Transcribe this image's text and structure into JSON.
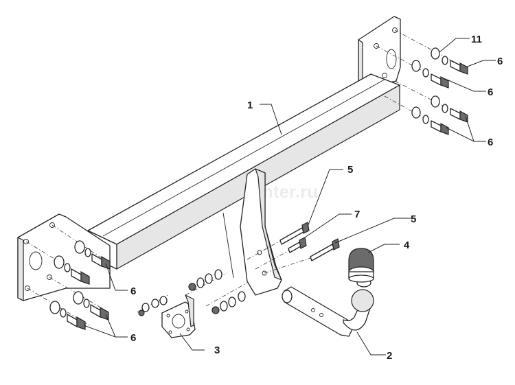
{
  "watermark": "farkop-center.ru",
  "callouts": {
    "c1": "1",
    "c2": "2",
    "c3": "3",
    "c4": "4",
    "c5a": "5",
    "c5b": "5",
    "c6a": "6",
    "c6b": "6",
    "c6c": "6",
    "c6d": "6",
    "c6e": "6",
    "c7": "7",
    "c11": "11"
  },
  "colors": {
    "line": "#222222",
    "shade": "#6b6b6b",
    "background": "#ffffff"
  }
}
